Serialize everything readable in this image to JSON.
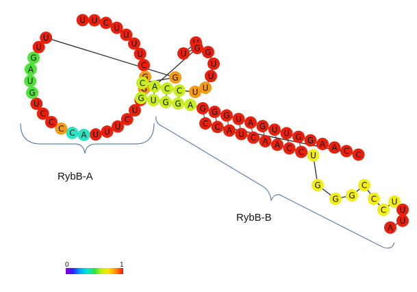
{
  "structure": {
    "nucleotide_colors": {
      "red": "#e8200e",
      "orange": "#f59a12",
      "yellow": "#f2ee18",
      "yellowgreen": "#c9ee20",
      "green": "#4fe23a",
      "cyan": "#2ee3c4"
    },
    "nucleotides": [
      {
        "base": "U",
        "c": "red"
      },
      {
        "base": "U",
        "c": "red"
      },
      {
        "base": "C",
        "c": "red"
      },
      {
        "base": "U",
        "c": "red"
      },
      {
        "base": "U",
        "c": "red"
      },
      {
        "base": "U",
        "c": "red"
      },
      {
        "base": "U",
        "c": "red"
      },
      {
        "base": "C",
        "c": "red"
      },
      {
        "base": "G",
        "c": "orange"
      },
      {
        "base": "G",
        "c": "orange"
      },
      {
        "base": "U",
        "c": "red"
      },
      {
        "base": "U",
        "c": "red"
      },
      {
        "base": "C",
        "c": "red"
      },
      {
        "base": "U",
        "c": "red"
      },
      {
        "base": "U",
        "c": "red"
      },
      {
        "base": "U",
        "c": "red"
      },
      {
        "base": "A",
        "c": "cyan"
      },
      {
        "base": "C",
        "c": "cyan"
      },
      {
        "base": "C",
        "c": "orange"
      },
      {
        "base": "C",
        "c": "red"
      },
      {
        "base": "C",
        "c": "red"
      },
      {
        "base": "U",
        "c": "red"
      },
      {
        "base": "G",
        "c": "green"
      },
      {
        "base": "U",
        "c": "green"
      },
      {
        "base": "A",
        "c": "green"
      },
      {
        "base": "G",
        "c": "green"
      },
      {
        "base": "U",
        "c": "red"
      },
      {
        "base": "U",
        "c": "red"
      },
      {
        "base": "G",
        "c": "orange"
      },
      {
        "base": "C",
        "c": "yellowgreen"
      },
      {
        "base": "A",
        "c": "yellowgreen"
      },
      {
        "base": "C",
        "c": "yellowgreen"
      },
      {
        "base": "C",
        "c": "yellowgreen"
      },
      {
        "base": "U",
        "c": "orange"
      },
      {
        "base": "U",
        "c": "orange"
      },
      {
        "base": "U",
        "c": "red"
      },
      {
        "base": "U",
        "c": "red"
      },
      {
        "base": "G",
        "c": "red"
      },
      {
        "base": "U",
        "c": "red"
      },
      {
        "base": "U",
        "c": "red"
      },
      {
        "base": "G",
        "c": "red"
      },
      {
        "base": "G",
        "c": "yellowgreen"
      },
      {
        "base": "U",
        "c": "yellowgreen"
      },
      {
        "base": "G",
        "c": "yellowgreen"
      },
      {
        "base": "G",
        "c": "yellowgreen"
      },
      {
        "base": "A",
        "c": "yellowgreen"
      },
      {
        "base": "G",
        "c": "red"
      },
      {
        "base": "G",
        "c": "red"
      },
      {
        "base": "G",
        "c": "red"
      },
      {
        "base": "U",
        "c": "red"
      },
      {
        "base": "A",
        "c": "red"
      },
      {
        "base": "G",
        "c": "red"
      },
      {
        "base": "U",
        "c": "red"
      },
      {
        "base": "U",
        "c": "red"
      },
      {
        "base": "G",
        "c": "red"
      },
      {
        "base": "G",
        "c": "red"
      },
      {
        "base": "A",
        "c": "red"
      },
      {
        "base": "A",
        "c": "red"
      },
      {
        "base": "C",
        "c": "red"
      },
      {
        "base": "C",
        "c": "red"
      },
      {
        "base": "C",
        "c": "red"
      },
      {
        "base": "C",
        "c": "red"
      },
      {
        "base": "A",
        "c": "red"
      },
      {
        "base": "U",
        "c": "red"
      },
      {
        "base": "C",
        "c": "red"
      },
      {
        "base": "A",
        "c": "red"
      },
      {
        "base": "A",
        "c": "red"
      },
      {
        "base": "C",
        "c": "red"
      },
      {
        "base": "C",
        "c": "red"
      },
      {
        "base": "U",
        "c": "yellow"
      },
      {
        "base": "G",
        "c": "yellow"
      },
      {
        "base": "G",
        "c": "yellow"
      },
      {
        "base": "G",
        "c": "yellow"
      },
      {
        "base": "C",
        "c": "yellow"
      },
      {
        "base": "C",
        "c": "yellow"
      },
      {
        "base": "C",
        "c": "yellow"
      },
      {
        "base": "U",
        "c": "yellow"
      },
      {
        "base": "U",
        "c": "red"
      },
      {
        "base": "U",
        "c": "red"
      },
      {
        "base": "A",
        "c": "red"
      }
    ]
  },
  "labels": {
    "region_a": "RybB-A",
    "region_b": "RybB-B"
  },
  "colorbar": {
    "min_label": "0",
    "max_label": "1",
    "stops": [
      "#8a00d0",
      "#3020ff",
      "#00a8ff",
      "#00e8d0",
      "#30e040",
      "#c8ee10",
      "#ffe000",
      "#ff8a00",
      "#ff1010"
    ]
  }
}
